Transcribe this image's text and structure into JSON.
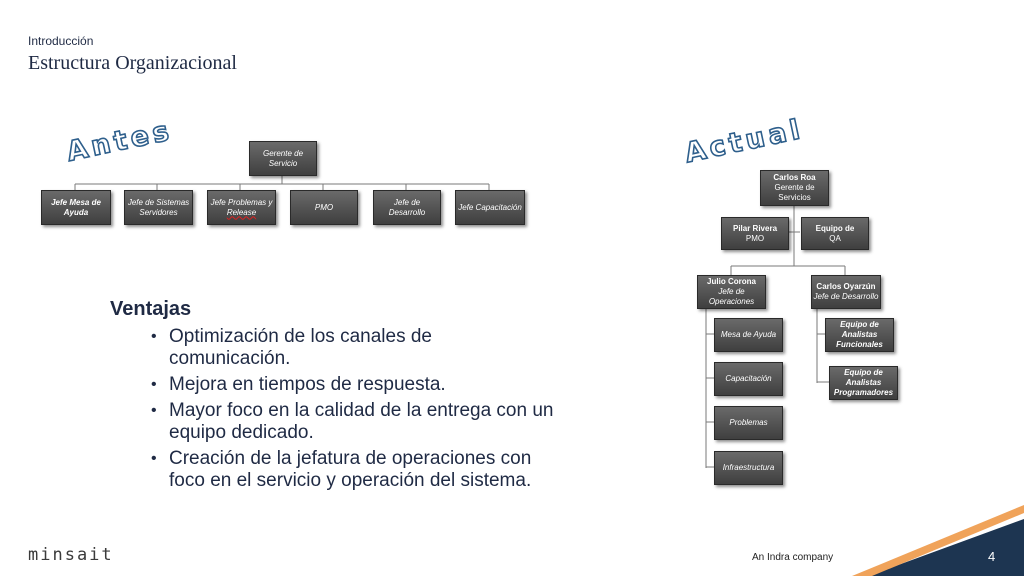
{
  "header": {
    "kicker": "Introducción",
    "title": "Estructura Organizacional"
  },
  "before_chart": {
    "label": "Antes",
    "root": [
      "Gerente de",
      "Servicio"
    ],
    "children": [
      [
        "Jefe Mesa de",
        "Ayuda"
      ],
      [
        "Jefe de Sistemas",
        "Servidores"
      ],
      [
        "Jefe Problemas y",
        "Release"
      ],
      [
        "PMO"
      ],
      [
        "Jefe de",
        "Desarrollo"
      ],
      [
        "Jefe Capacitación"
      ]
    ]
  },
  "after_chart": {
    "label": "Actual",
    "root": {
      "name": "Carlos Roa",
      "role": [
        "Gerente de",
        "Servicios"
      ]
    },
    "staff": [
      {
        "name": "Pilar Rivera",
        "role": "PMO"
      },
      {
        "name": "Equipo de",
        "role": "QA"
      }
    ],
    "ops": {
      "name": "Julio Corona",
      "role": [
        "Jefe de",
        "Operaciones"
      ]
    },
    "dev": {
      "name": "Carlos Oyarzún",
      "role": "Jefe de Desarrollo"
    },
    "ops_children": [
      "Mesa de Ayuda",
      "Capacitación",
      "Problemas",
      "Infraestructura"
    ],
    "dev_children": [
      [
        "Equipo de Analistas",
        "Funcionales"
      ],
      [
        "Equipo de Analistas",
        "Programadores"
      ]
    ]
  },
  "advantages": {
    "heading": "Ventajas",
    "items": [
      "Optimización de los canales de comunicación.",
      "Mejora en tiempos de respuesta.",
      "Mayor foco en la calidad de la entrega con un equipo dedicado.",
      "Creación de la jefatura de operaciones con foco en el servicio y operación del sistema."
    ]
  },
  "footer": {
    "logo": "minsait",
    "tagline": "An Indra company",
    "page": "4"
  },
  "colors": {
    "text": "#1f2a44",
    "box": "#4a4a4a",
    "wordart_outline": "#2e5f8c",
    "accent_orange": "#f0a35a",
    "footer_navy": "#1d3551"
  }
}
